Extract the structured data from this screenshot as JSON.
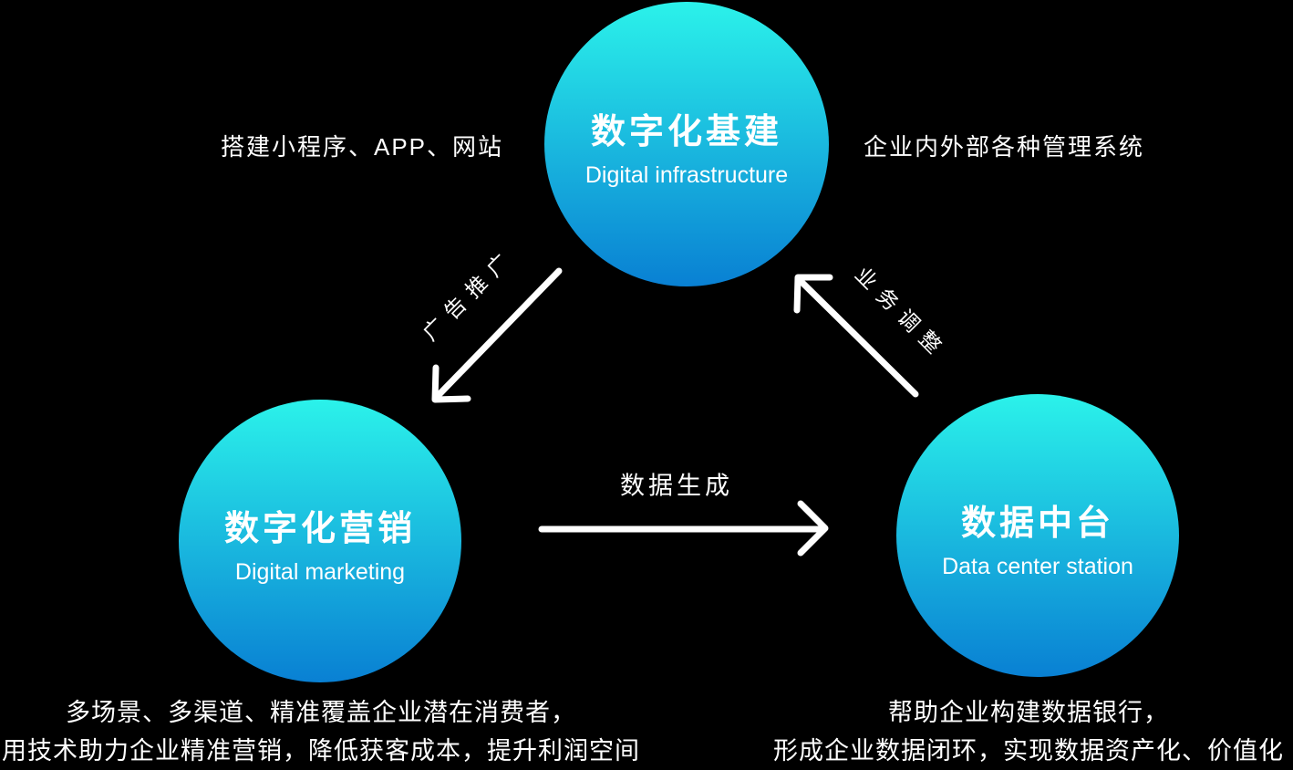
{
  "colors": {
    "background": "#000000",
    "circle_gradient_top": "#2BF2EA",
    "circle_gradient_bottom": "#0980D3",
    "text": "#FFFFFF",
    "arrow": "#FFFFFF"
  },
  "nodes": {
    "infrastructure": {
      "title": "数字化基建",
      "subtitle": "Digital infrastructure"
    },
    "marketing": {
      "title": "数字化营销",
      "subtitle": "Digital marketing"
    },
    "data_center": {
      "title": "数据中台",
      "subtitle": "Data center station"
    }
  },
  "annotations": {
    "infrastructure_left": "搭建小程序、APP、网站",
    "infrastructure_right": "企业内外部各种管理系统",
    "marketing_note_line1": "多场景、多渠道、精准覆盖企业潜在消费者，",
    "marketing_note_line2": "用技术助力企业精准营销，降低获客成本，提升利润空间",
    "data_center_note_line1": "帮助企业构建数据银行，",
    "data_center_note_line2": "形成企业数据闭环，实现数据资产化、价值化"
  },
  "arrows": {
    "ad_promotion": {
      "label": "广告推广",
      "from": "数字化基建",
      "to": "数字化营销"
    },
    "business_adjustment": {
      "label": "业务调整",
      "from": "数据中台",
      "to": "数字化基建"
    },
    "data_generation": {
      "label": "数据生成",
      "from": "数字化营销",
      "to": "数据中台"
    }
  }
}
